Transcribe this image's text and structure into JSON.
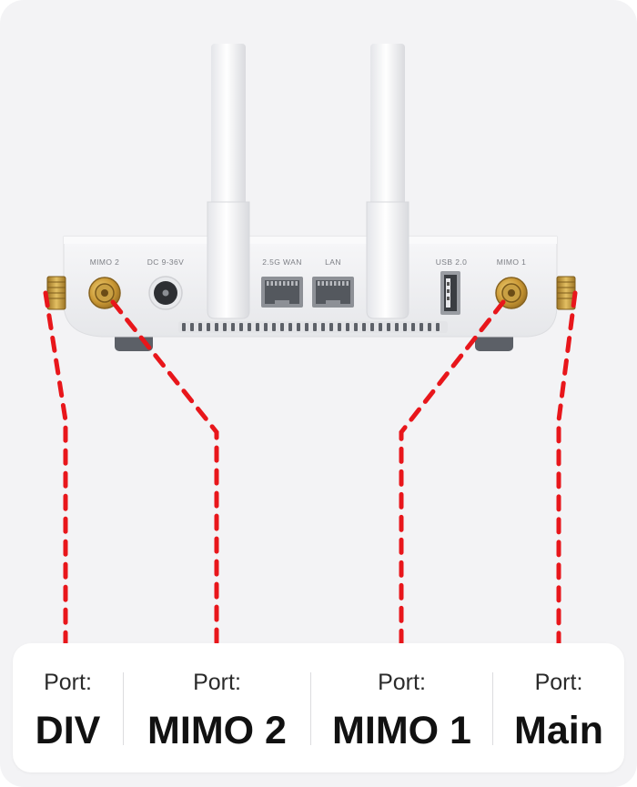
{
  "device_labels": {
    "mimo2": "MIMO 2",
    "dc": "DC 9-36V",
    "wan": "2.5G WAN",
    "lan": "LAN",
    "usb": "USB 2.0",
    "mimo1": "MIMO 1"
  },
  "ports": [
    {
      "caption": "Port:",
      "name": "DIV"
    },
    {
      "caption": "Port:",
      "name": "MIMO 2"
    },
    {
      "caption": "Port:",
      "name": "MIMO 1"
    },
    {
      "caption": "Port:",
      "name": "Main"
    }
  ],
  "colors": {
    "callout_line": "#e8161b",
    "background": "#f3f3f5",
    "panel": "#ffffff"
  }
}
